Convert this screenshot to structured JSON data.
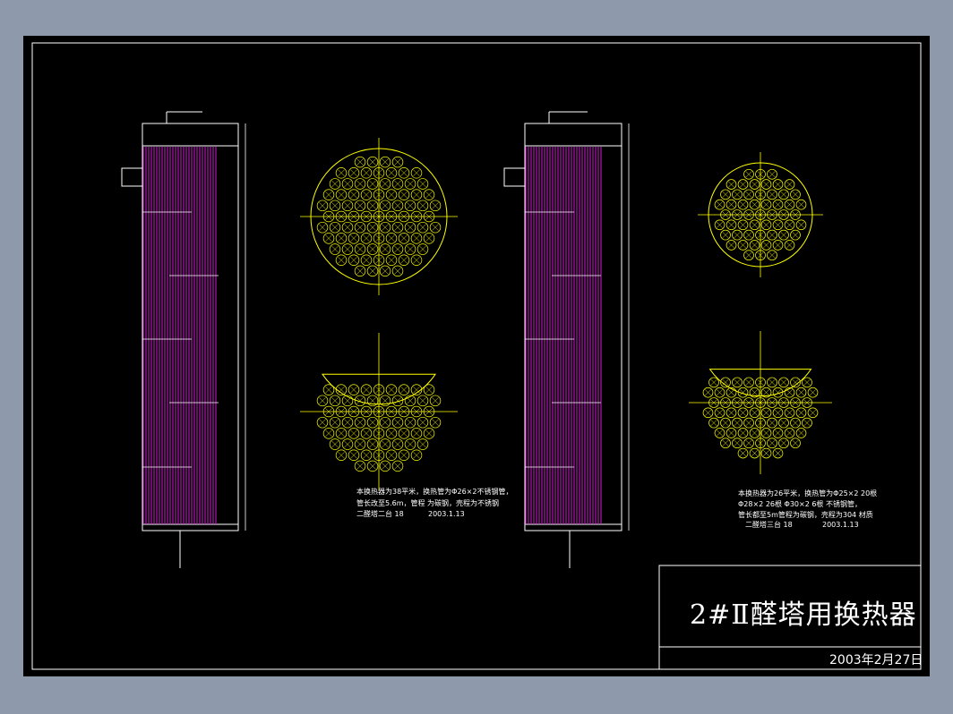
{
  "title_block": {
    "title": "2#Ⅱ醛塔用换热器",
    "date": "2003年2月27日"
  },
  "notes": {
    "left": {
      "line1": "本换热器为38平米，换热管为Φ26×2不锈钢管，",
      "line2": "管长改至5.6m，管程 为碳钢，壳程为不锈钢",
      "line3": "二醛塔二台 18",
      "date": "2003.1.13"
    },
    "right": {
      "line1": "本换热器为26平米，换热管为Φ25×2 20根",
      "line2": "Φ28×2 26根 Φ30×2 6根 不锈钢管，",
      "line3": "管长都至5m管程为碳钢，壳程为304 材质",
      "line4": "二醛塔三台 18",
      "date": "2003.1.13"
    }
  },
  "colors": {
    "background": "#8e9aab",
    "sheet": "#000000",
    "outline": "#ffffff",
    "tubes": "#d21ed2",
    "tubesheet": "#ffff00"
  }
}
